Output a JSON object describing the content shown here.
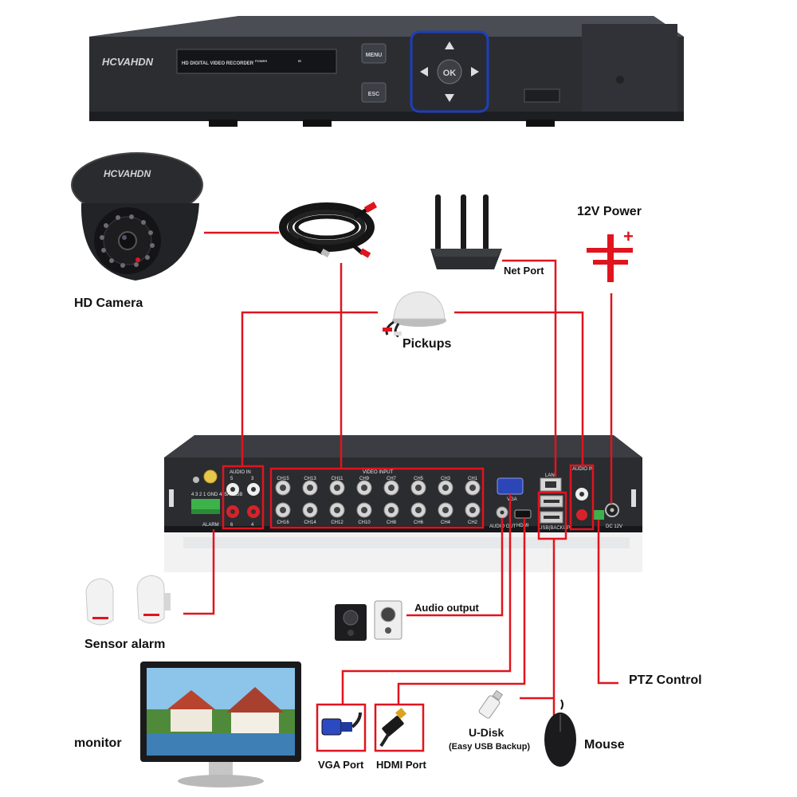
{
  "dvr_front": {
    "brand": "HCVAHDN",
    "model_text": "HD DIGITAL VIDEO RECORDER",
    "power_label": "POWER",
    "ir_label": "IR",
    "menu_label": "MENU",
    "esc_label": "ESC",
    "ok_label": "OK"
  },
  "camera": {
    "brand": "HCVAHDN"
  },
  "labels": {
    "hd_camera": "HD Camera",
    "power_12v": "12V Power",
    "plus_sign": "+",
    "net_port": "Net Port",
    "pickups": "Pickups",
    "sensor_alarm": "Sensor alarm",
    "audio_output": "Audio output",
    "ptz_control": "PTZ Control",
    "monitor": "monitor",
    "vga_port": "VGA Port",
    "hdmi_port": "HDMI Port",
    "u_disk": "U-Disk",
    "u_disk_sub": "(Easy USB Backup)",
    "mouse": "Mouse"
  },
  "dvr_rear": {
    "audio_in": "AUDIO IN",
    "video_input": "VIDEO INPUT",
    "vga": "VGA",
    "lan": "LAN",
    "audio_out": "AUDIO OUT",
    "hdmi": "HDMI",
    "alarm": "ALARM",
    "dc12v": "DC 12V",
    "usb_backup": "USB(BACKUP)",
    "top_channels": [
      "CH15",
      "CH13",
      "CH11",
      "CH9",
      "CH7",
      "CH5",
      "CH3",
      "CH1"
    ],
    "bottom_channels": [
      "CH16",
      "CH14",
      "CH12",
      "CH10",
      "CH8",
      "CH6",
      "CH4",
      "CH2"
    ],
    "audio_top": [
      "5",
      "3"
    ],
    "audio_bottom": [
      "6",
      "4"
    ],
    "alarm_pins": "4 3 2 1 GND 485A 485B"
  },
  "colors": {
    "wire": "#e0141e",
    "dvr_body": "#2b2d31",
    "dvr_dark": "#17181b",
    "accent_blue": "#1f3fb8"
  }
}
